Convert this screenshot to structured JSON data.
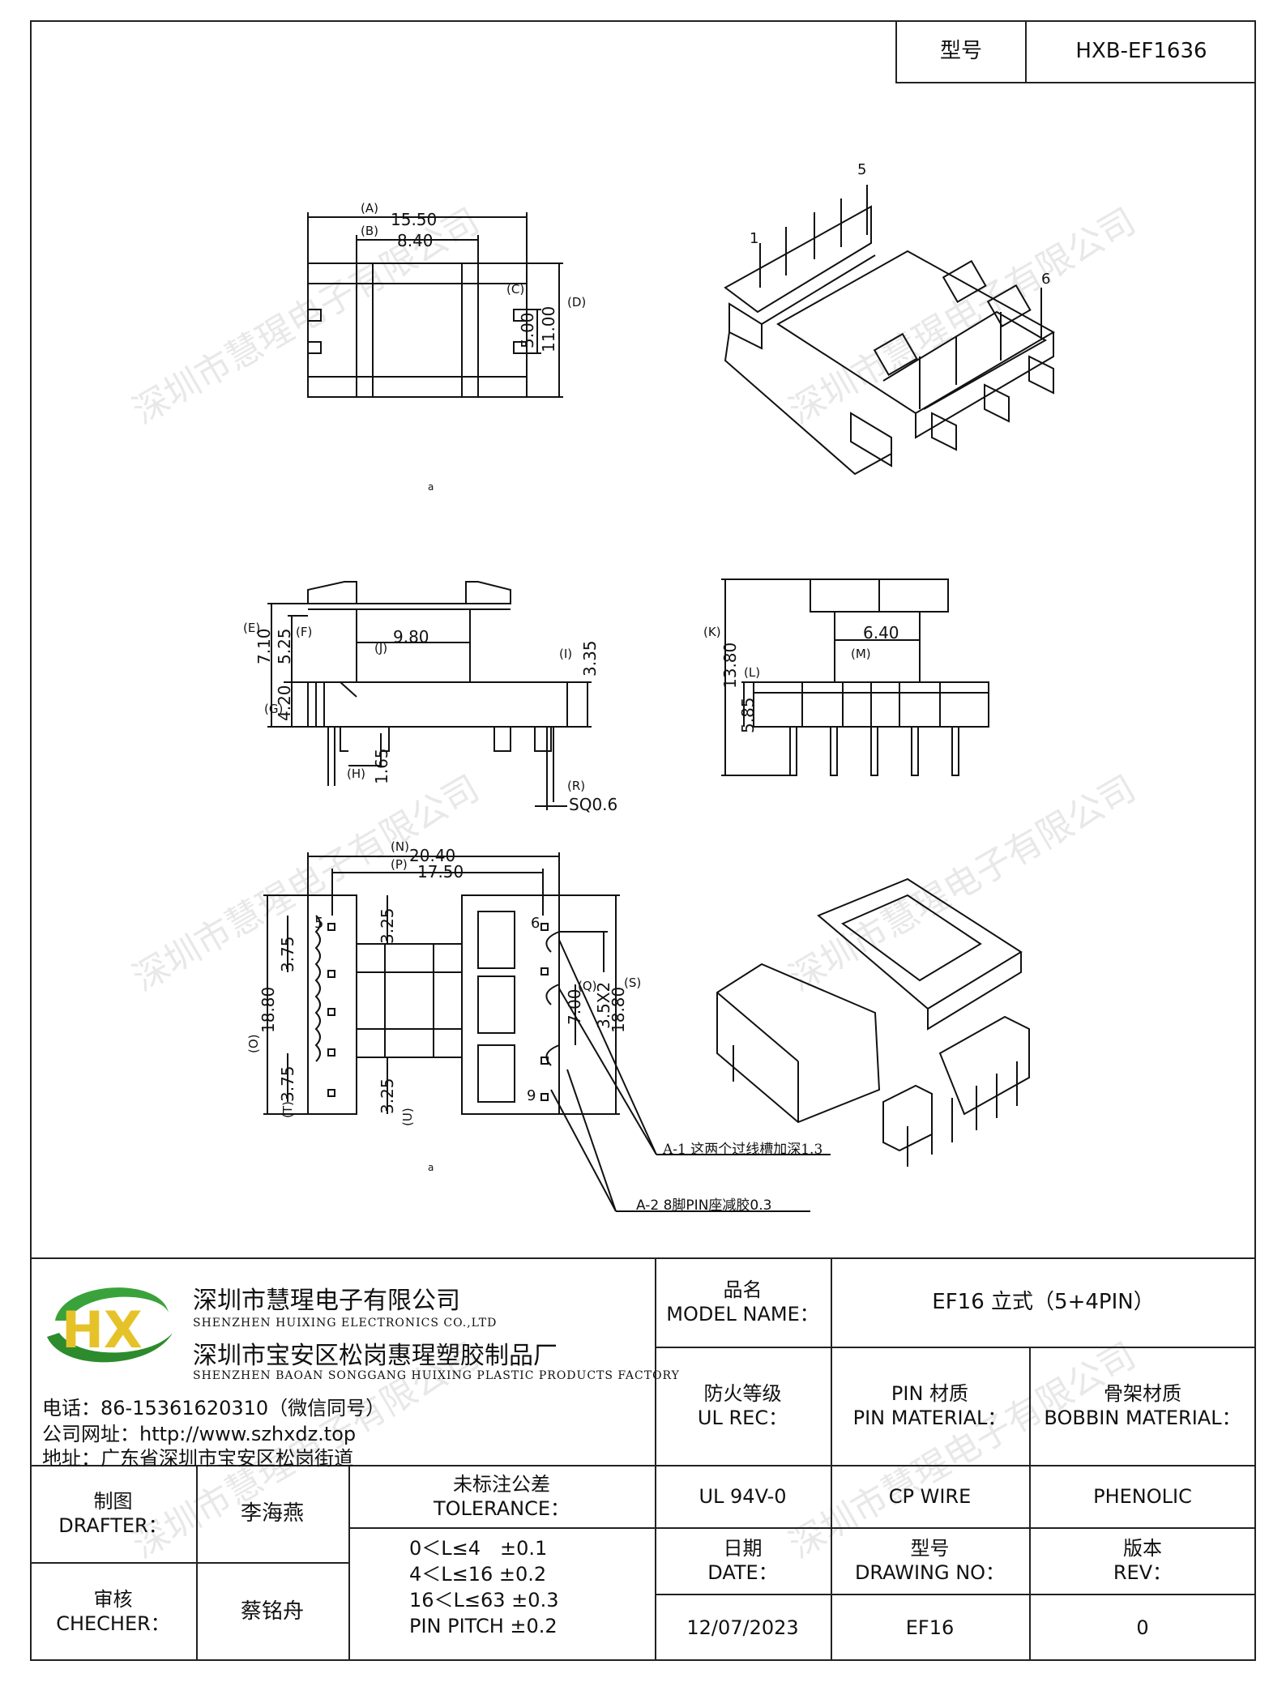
{
  "header": {
    "model_label": "型号",
    "model_value": "HXB-EF1636"
  },
  "watermark": "深圳市慧瑆电子有限公司",
  "drawing": {
    "top_view": {
      "dims": {
        "A": "15.50",
        "B": "8.40",
        "C": "5.00",
        "D": "11.00"
      },
      "letters": {
        "A": "(A)",
        "B": "(B)",
        "C": "(C)",
        "D": "(D)"
      },
      "marker": "a"
    },
    "side_view": {
      "dims": {
        "E": "7.10",
        "F": "5.25",
        "G": "4.20",
        "H": "1.65",
        "J": "9.80",
        "I": "3.35",
        "R": "SQ0.6"
      },
      "letters": {
        "E": "(E)",
        "F": "(F)",
        "G": "(G)",
        "H": "(H)",
        "J": "(J)",
        "I": "(I)",
        "R": "(R)"
      }
    },
    "front_view": {
      "dims": {
        "K": "13.80",
        "L": "5.85",
        "M": "6.40"
      },
      "letters": {
        "K": "(K)",
        "L": "(L)",
        "M": "(M)"
      }
    },
    "bottom_view": {
      "dims": {
        "N": "20.40",
        "P": "17.50",
        "O": "18.80",
        "S": "18.80",
        "Q": "3.5X2",
        "T": "3.75",
        "T2": "3.75",
        "U": "3.25",
        "U2": "3.25",
        "W": "7.00"
      },
      "letters": {
        "N": "(N)",
        "P": "(P)",
        "O": "(O)",
        "S": "(S)",
        "Q": "(Q)",
        "T": "(T)",
        "U": "(U)"
      },
      "pins": [
        "5",
        "6",
        "9"
      ],
      "marker": "a"
    },
    "iso_top": {
      "pins": [
        "1",
        "5",
        "6"
      ]
    },
    "notes": [
      "A-1 这两个过线槽加深1.3",
      "A-2 8脚PIN座减胶0.3"
    ]
  },
  "title_block": {
    "company_cn": "深圳市慧瑆电子有限公司",
    "company_en": "SHENZHEN HUIXING ELECTRONICS CO.,LTD",
    "factory_cn": "深圳市宝安区松岗惠瑆塑胶制品厂",
    "factory_en": "SHENZHEN BAOAN SONGGANG HUIXING PLASTIC PRODUCTS FACTORY",
    "phone": "电话：86-15361620310（微信同号）",
    "website": "公司网址：http://www.szhxdz.top",
    "address": "地址：广东省深圳市宝安区松岗街道",
    "logo_letters": "HX",
    "model_name_cn": "品名",
    "model_name_en": "MODEL NAME：",
    "model_name_value": "EF16 立式（5+4PIN）",
    "ul_cn": "防火等级",
    "ul_en": "UL REC：",
    "pin_cn": "PIN 材质",
    "pin_en": "PIN MATERIAL：",
    "bobbin_cn": "骨架材质",
    "bobbin_en": "BOBBIN MATERIAL：",
    "ul_value": "UL 94V-0",
    "pin_value": "CP WIRE",
    "bobbin_value": "PHENOLIC",
    "drafter_cn": "制图",
    "drafter_en": "DRAFTER：",
    "drafter_value": "李海燕",
    "checker_cn": "审核",
    "checker_en": "CHECHER：",
    "checker_value": "蔡铭舟",
    "tolerance_cn": "未标注公差",
    "tolerance_en": "TOLERANCE：",
    "tolerance_lines": [
      "0＜L≤4　±0.1",
      "4＜L≤16 ±0.2",
      "16＜L≤63 ±0.3",
      "PIN PITCH ±0.2"
    ],
    "date_cn": "日期",
    "date_en": "DATE：",
    "date_value": "12/07/2023",
    "drawing_no_cn": "型号",
    "drawing_no_en": "DRAWING NO：",
    "drawing_no_value": "EF16",
    "rev_cn": "版本",
    "rev_en": "REV：",
    "rev_value": "0"
  }
}
